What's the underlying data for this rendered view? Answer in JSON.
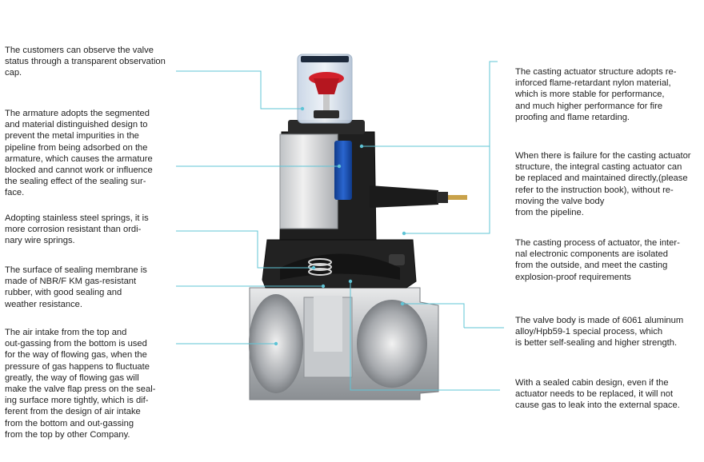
{
  "callouts": {
    "left": [
      {
        "id": "observation-cap",
        "lines": [
          "The customers can observe the valve",
          "status through a transparent observation",
          "cap."
        ]
      },
      {
        "id": "armature",
        "lines": [
          "The armature adopts the segmented",
          "and material distinguished design to",
          "prevent the metal impurities in the",
          "pipeline from being adsorbed on the",
          "armature, which causes the armature",
          "blocked and cannot work or influence",
          "the sealing effect of the sealing sur-",
          "face."
        ]
      },
      {
        "id": "springs",
        "lines": [
          "Adopting stainless steel springs, it is",
          "more corrosion resistant than ordi-",
          "nary wire springs."
        ]
      },
      {
        "id": "membrane",
        "lines": [
          "The surface of sealing membrane is",
          "made of NBR/F KM gas-resistant",
          "rubber, with good sealing and",
          "weather resistance."
        ]
      },
      {
        "id": "air-intake",
        "lines": [
          "The air intake from the top and",
          "out-gassing from the bottom is used",
          "for the way of flowing gas, when the",
          "pressure of gas happens to fluctuate",
          "greatly, the way of flowing gas will",
          "make the valve flap press on the seal-",
          "ing surface more tightly, which is dif-",
          "ferent from the design of air intake",
          "from the bottom and out-gassing",
          "from the top by other Company."
        ]
      }
    ],
    "right": [
      {
        "id": "actuator-material",
        "lines": [
          "The casting actuator structure adopts re-",
          "inforced flame-retardant nylon material,",
          "which is more stable for performance,",
          "and much higher performance for fire",
          "proofing and flame retarding."
        ]
      },
      {
        "id": "actuator-replace",
        "lines": [
          "When there is failure for the casting actuator",
          "structure, the integral casting actuator can",
          "be replaced and maintained directly,(please",
          "refer to the instruction book), without re-",
          "moving the valve body",
          "from the pipeline."
        ]
      },
      {
        "id": "explosion-proof",
        "lines": [
          "The casting process of actuator, the inter-",
          "nal electronic components are isolated",
          "from the outside, and meet the casting",
          "explosion-proof requirements"
        ]
      },
      {
        "id": "valve-body",
        "lines": [
          "The valve body is made of 6061 aluminum",
          "alloy/Hpb59-1 special process, which",
          "is better self-sealing and higher strength."
        ]
      },
      {
        "id": "sealed-cabin",
        "lines": [
          "With a sealed cabin design, even if the",
          "actuator needs to be replaced, it will not",
          "cause gas to leak into the external space."
        ]
      }
    ]
  },
  "colors": {
    "leader_line": "#5fc4d6",
    "knob_red": "#d2202a",
    "actuator_blue": "#1a4fb0",
    "housing_black": "#1e1e1e",
    "metal": "#a9acb0"
  }
}
